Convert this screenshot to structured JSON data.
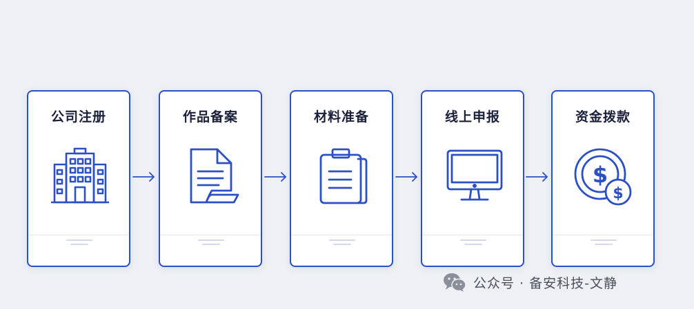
{
  "steps": [
    {
      "title": "公司注册",
      "icon": "office-building-icon"
    },
    {
      "title": "作品备案",
      "icon": "document-icon"
    },
    {
      "title": "材料准备",
      "icon": "clipboard-icon"
    },
    {
      "title": "线上申报",
      "icon": "monitor-icon"
    },
    {
      "title": "资金拨款",
      "icon": "dollar-coins-icon"
    }
  ],
  "watermark": {
    "text": "公众号 · 备安科技-文静"
  },
  "colors": {
    "accent": "#2b4fc4",
    "background": "#eef0f4",
    "title": "#1a1f3a"
  }
}
